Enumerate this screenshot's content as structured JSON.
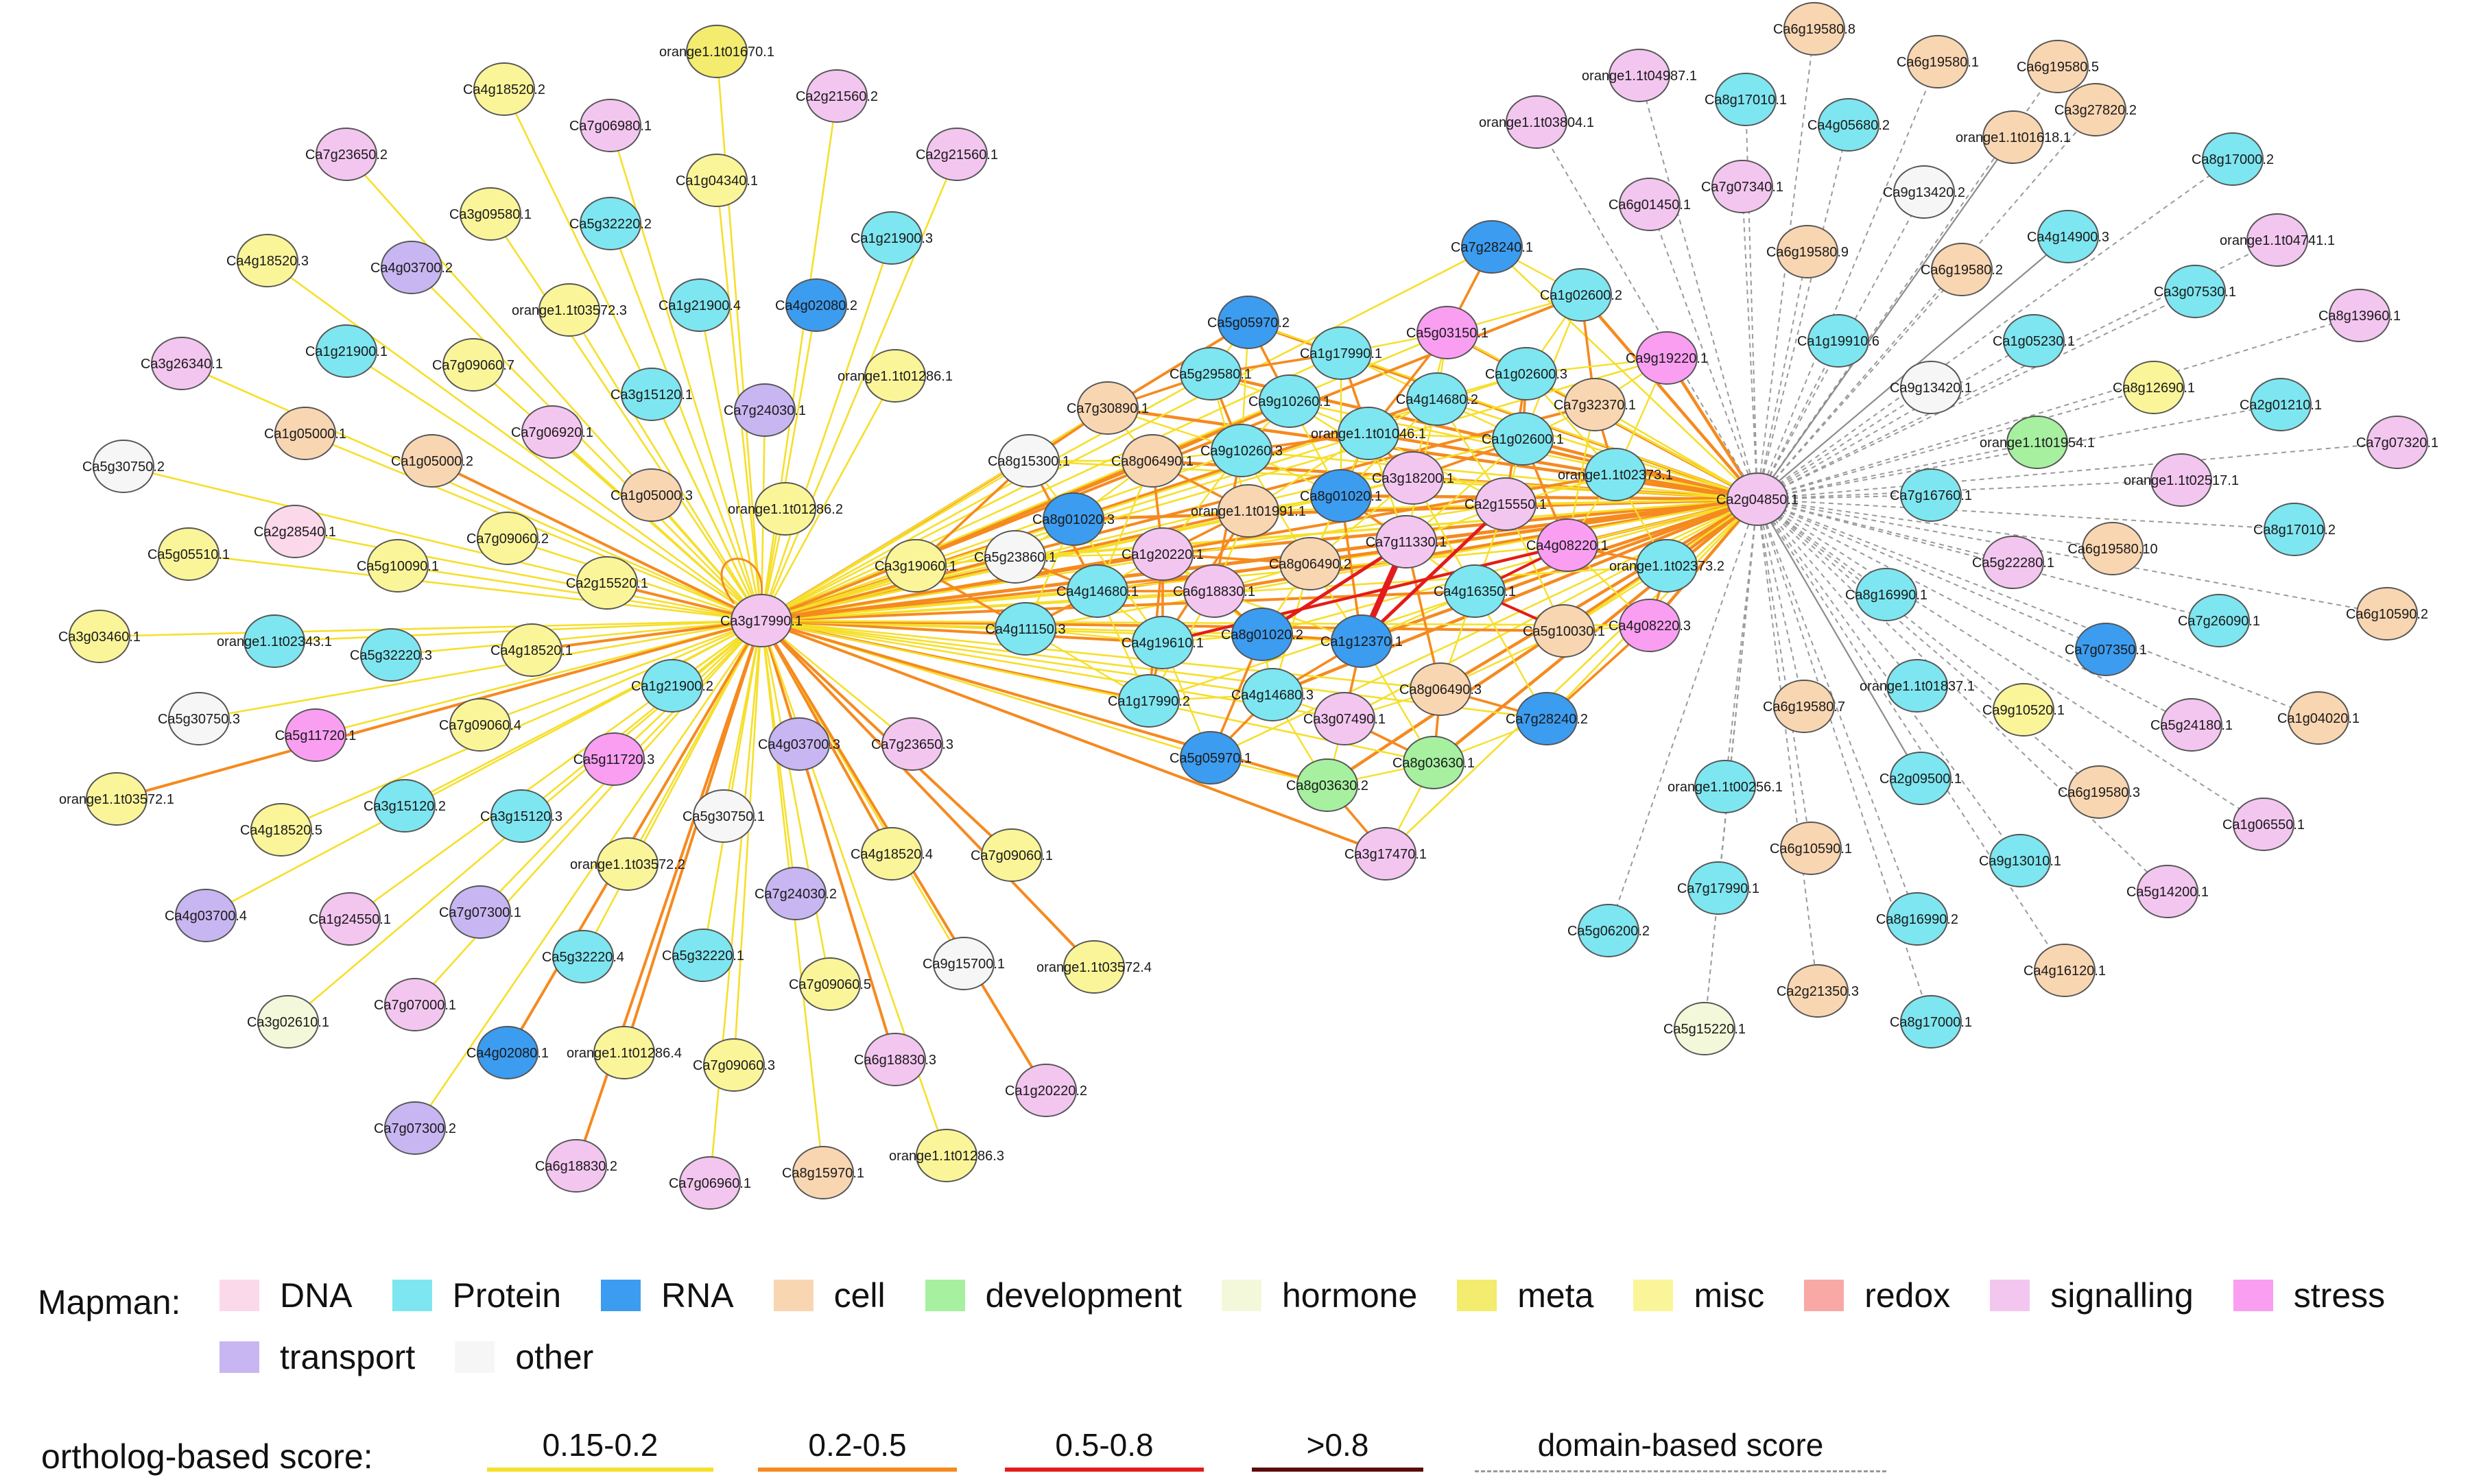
{
  "hubs": [
    {
      "id": "Ca3g17990.1",
      "cat": "signalling"
    },
    {
      "id": "Ca2g04850.1",
      "cat": "signalling"
    }
  ],
  "nodes_left": [
    {
      "id": "orange1.1t01670.1",
      "cat": "meta"
    },
    {
      "id": "Ca4g18520.2",
      "cat": "misc"
    },
    {
      "id": "Ca2g21560.2",
      "cat": "signalling"
    },
    {
      "id": "Ca7g06980.1",
      "cat": "signalling"
    },
    {
      "id": "Ca2g21560.1",
      "cat": "signalling"
    },
    {
      "id": "Ca7g23650.2",
      "cat": "signalling"
    },
    {
      "id": "Ca1g04340.1",
      "cat": "misc"
    },
    {
      "id": "Ca3g09580.1",
      "cat": "misc"
    },
    {
      "id": "Ca5g32220.2",
      "cat": "Protein"
    },
    {
      "id": "Ca1g21900.3",
      "cat": "Protein"
    },
    {
      "id": "Ca4g18520.3",
      "cat": "misc"
    },
    {
      "id": "Ca4g03700.2",
      "cat": "transport"
    },
    {
      "id": "orange1.1t03572.3",
      "cat": "misc"
    },
    {
      "id": "Ca1g21900.4",
      "cat": "Protein"
    },
    {
      "id": "Ca4g02080.2",
      "cat": "RNA"
    },
    {
      "id": "Ca1g21900.1",
      "cat": "Protein"
    },
    {
      "id": "Ca7g09060.7",
      "cat": "misc"
    },
    {
      "id": "Ca3g26340.1",
      "cat": "signalling"
    },
    {
      "id": "Ca3g15120.1",
      "cat": "Protein"
    },
    {
      "id": "Ca7g24030.1",
      "cat": "transport"
    },
    {
      "id": "orange1.1t01286.1",
      "cat": "misc"
    },
    {
      "id": "Ca1g05000.1",
      "cat": "cell"
    },
    {
      "id": "Ca7g06920.1",
      "cat": "signalling"
    },
    {
      "id": "Ca5g30750.2",
      "cat": "other"
    },
    {
      "id": "Ca1g05000.2",
      "cat": "cell"
    },
    {
      "id": "Ca1g05000.3",
      "cat": "cell"
    },
    {
      "id": "orange1.1t01286.2",
      "cat": "misc"
    },
    {
      "id": "Ca2g28540.1",
      "cat": "DNA"
    },
    {
      "id": "Ca7g09060.2",
      "cat": "misc"
    },
    {
      "id": "Ca5g05510.1",
      "cat": "misc"
    },
    {
      "id": "Ca5g10090.1",
      "cat": "misc"
    },
    {
      "id": "Ca2g15520.1",
      "cat": "misc"
    },
    {
      "id": "Ca3g03460.1",
      "cat": "misc"
    },
    {
      "id": "orange1.1t02343.1",
      "cat": "Protein"
    },
    {
      "id": "Ca5g32220.3",
      "cat": "Protein"
    },
    {
      "id": "Ca4g18520.1",
      "cat": "misc"
    },
    {
      "id": "Ca1g21900.2",
      "cat": "Protein"
    },
    {
      "id": "Ca5g30750.3",
      "cat": "other"
    },
    {
      "id": "Ca5g11720.1",
      "cat": "stress"
    },
    {
      "id": "Ca7g09060.4",
      "cat": "misc"
    },
    {
      "id": "Ca5g11720.3",
      "cat": "stress"
    },
    {
      "id": "orange1.1t03572.1",
      "cat": "misc"
    },
    {
      "id": "Ca3g15120.2",
      "cat": "Protein"
    },
    {
      "id": "Ca3g15120.3",
      "cat": "Protein"
    },
    {
      "id": "Ca4g18520.5",
      "cat": "misc"
    },
    {
      "id": "Ca5g30750.1",
      "cat": "other"
    },
    {
      "id": "Ca4g03700.3",
      "cat": "transport"
    },
    {
      "id": "Ca7g23650.3",
      "cat": "signalling"
    },
    {
      "id": "orange1.1t03572.2",
      "cat": "misc"
    },
    {
      "id": "Ca4g03700.4",
      "cat": "transport"
    },
    {
      "id": "Ca1g24550.1",
      "cat": "signalling"
    },
    {
      "id": "Ca7g07300.1",
      "cat": "transport"
    },
    {
      "id": "Ca7g24030.2",
      "cat": "transport"
    },
    {
      "id": "Ca4g18520.4",
      "cat": "misc"
    },
    {
      "id": "Ca7g09060.1",
      "cat": "misc"
    },
    {
      "id": "Ca5g32220.4",
      "cat": "Protein"
    },
    {
      "id": "Ca5g32220.1",
      "cat": "Protein"
    },
    {
      "id": "Ca3g02610.1",
      "cat": "hormone"
    },
    {
      "id": "Ca7g07000.1",
      "cat": "signalling"
    },
    {
      "id": "Ca7g09060.5",
      "cat": "misc"
    },
    {
      "id": "Ca9g15700.1",
      "cat": "other"
    },
    {
      "id": "orange1.1t03572.4",
      "cat": "misc"
    },
    {
      "id": "Ca4g02080.1",
      "cat": "RNA"
    },
    {
      "id": "orange1.1t01286.4",
      "cat": "misc"
    },
    {
      "id": "Ca7g09060.3",
      "cat": "misc"
    },
    {
      "id": "Ca6g18830.3",
      "cat": "signalling"
    },
    {
      "id": "Ca1g20220.2",
      "cat": "signalling"
    },
    {
      "id": "Ca7g07300.2",
      "cat": "transport"
    },
    {
      "id": "Ca6g18830.2",
      "cat": "signalling"
    },
    {
      "id": "Ca7g06960.1",
      "cat": "signalling"
    },
    {
      "id": "Ca8g15970.1",
      "cat": "cell"
    },
    {
      "id": "orange1.1t01286.3",
      "cat": "misc"
    }
  ],
  "nodes_center": [
    {
      "id": "Ca5g05970.2",
      "cat": "RNA"
    },
    {
      "id": "Ca1g17990.1",
      "cat": "Protein"
    },
    {
      "id": "Ca5g29580.1",
      "cat": "Protein"
    },
    {
      "id": "Ca9g10260.1",
      "cat": "Protein"
    },
    {
      "id": "Ca7g30890.1",
      "cat": "cell"
    },
    {
      "id": "Ca8g15300.1",
      "cat": "other"
    },
    {
      "id": "Ca8g06490.1",
      "cat": "cell"
    },
    {
      "id": "Ca9g10260.3",
      "cat": "Protein"
    },
    {
      "id": "Ca8g01020.3",
      "cat": "RNA"
    },
    {
      "id": "orange1.1t01991.1",
      "cat": "cell"
    },
    {
      "id": "Ca8g01020.1",
      "cat": "RNA"
    },
    {
      "id": "Ca5g23860.1",
      "cat": "other"
    },
    {
      "id": "Ca1g20220.1",
      "cat": "signalling"
    },
    {
      "id": "Ca3g19060.1",
      "cat": "misc"
    },
    {
      "id": "Ca6g18830.1",
      "cat": "signalling"
    },
    {
      "id": "Ca8g06490.2",
      "cat": "cell"
    },
    {
      "id": "Ca4g14680.1",
      "cat": "Protein"
    },
    {
      "id": "Ca4g11150.3",
      "cat": "Protein"
    },
    {
      "id": "Ca4g19610.1",
      "cat": "Protein"
    },
    {
      "id": "Ca8g01020.2",
      "cat": "RNA"
    },
    {
      "id": "Ca1g12370.1",
      "cat": "RNA"
    },
    {
      "id": "Ca1g17990.2",
      "cat": "Protein"
    },
    {
      "id": "Ca4g14680.3",
      "cat": "Protein"
    },
    {
      "id": "Ca5g05970.1",
      "cat": "RNA"
    },
    {
      "id": "Ca8g03630.2",
      "cat": "development"
    },
    {
      "id": "Ca3g07490.1",
      "cat": "signalling"
    },
    {
      "id": "Ca8g03630.1",
      "cat": "development"
    },
    {
      "id": "Ca3g17470.1",
      "cat": "signalling"
    },
    {
      "id": "Ca8g06490.3",
      "cat": "cell"
    },
    {
      "id": "Ca7g11330.1",
      "cat": "signalling"
    },
    {
      "id": "Ca4g16350.1",
      "cat": "Protein"
    },
    {
      "id": "Ca3g18200.1",
      "cat": "signalling"
    },
    {
      "id": "orange1.1t01046.1",
      "cat": "Protein"
    },
    {
      "id": "Ca4g14680.2",
      "cat": "Protein"
    },
    {
      "id": "Ca5g03150.1",
      "cat": "stress"
    },
    {
      "id": "Ca7g28240.1",
      "cat": "RNA"
    },
    {
      "id": "Ca1g02600.2",
      "cat": "Protein"
    },
    {
      "id": "Ca1g02600.3",
      "cat": "Protein"
    },
    {
      "id": "Ca1g02600.1",
      "cat": "Protein"
    },
    {
      "id": "Ca7g32370.1",
      "cat": "cell"
    },
    {
      "id": "Ca9g19220.1",
      "cat": "stress"
    },
    {
      "id": "Ca2g15550.1",
      "cat": "signalling"
    },
    {
      "id": "orange1.1t02373.1",
      "cat": "Protein"
    },
    {
      "id": "Ca4g08220.1",
      "cat": "stress"
    },
    {
      "id": "orange1.1t02373.2",
      "cat": "Protein"
    },
    {
      "id": "Ca5g10030.1",
      "cat": "cell"
    },
    {
      "id": "Ca4g08220.3",
      "cat": "stress"
    },
    {
      "id": "Ca7g28240.2",
      "cat": "RNA"
    }
  ],
  "nodes_right": [
    {
      "id": "Ca6g19580.8",
      "cat": "cell"
    },
    {
      "id": "orange1.1t04987.1",
      "cat": "signalling"
    },
    {
      "id": "Ca8g17010.1",
      "cat": "Protein"
    },
    {
      "id": "Ca6g19580.1",
      "cat": "cell"
    },
    {
      "id": "Ca6g19580.5",
      "cat": "cell"
    },
    {
      "id": "orange1.1t03804.1",
      "cat": "signalling"
    },
    {
      "id": "Ca4g05680.2",
      "cat": "Protein"
    },
    {
      "id": "Ca3g27820.2",
      "cat": "cell"
    },
    {
      "id": "orange1.1t01618.1",
      "cat": "cell"
    },
    {
      "id": "Ca7g07340.1",
      "cat": "signalling"
    },
    {
      "id": "Ca9g13420.2",
      "cat": "other"
    },
    {
      "id": "Ca8g17000.2",
      "cat": "Protein"
    },
    {
      "id": "Ca6g01450.1",
      "cat": "signalling"
    },
    {
      "id": "Ca4g14900.3",
      "cat": "Protein"
    },
    {
      "id": "orange1.1t04741.1",
      "cat": "signalling"
    },
    {
      "id": "Ca6g19580.9",
      "cat": "cell"
    },
    {
      "id": "Ca6g19580.2",
      "cat": "cell"
    },
    {
      "id": "Ca3g07530.1",
      "cat": "Protein"
    },
    {
      "id": "Ca1g19910.6",
      "cat": "Protein"
    },
    {
      "id": "Ca1g05230.1",
      "cat": "Protein"
    },
    {
      "id": "Ca8g13960.1",
      "cat": "signalling"
    },
    {
      "id": "Ca9g13420.1",
      "cat": "other"
    },
    {
      "id": "Ca8g12690.1",
      "cat": "misc"
    },
    {
      "id": "Ca2g01210.1",
      "cat": "Protein"
    },
    {
      "id": "orange1.1t01954.1",
      "cat": "development"
    },
    {
      "id": "Ca7g07320.1",
      "cat": "signalling"
    },
    {
      "id": "orange1.1t02517.1",
      "cat": "signalling"
    },
    {
      "id": "Ca7g16760.1",
      "cat": "Protein"
    },
    {
      "id": "Ca8g17010.2",
      "cat": "Protein"
    },
    {
      "id": "Ca5g22280.1",
      "cat": "signalling"
    },
    {
      "id": "Ca6g19580.10",
      "cat": "cell"
    },
    {
      "id": "Ca6g10590.2",
      "cat": "cell"
    },
    {
      "id": "Ca8g16990.1",
      "cat": "Protein"
    },
    {
      "id": "Ca7g26090.1",
      "cat": "Protein"
    },
    {
      "id": "Ca7g07350.1",
      "cat": "RNA"
    },
    {
      "id": "orange1.1t01837.1",
      "cat": "Protein"
    },
    {
      "id": "Ca9g10520.1",
      "cat": "misc"
    },
    {
      "id": "Ca5g24180.1",
      "cat": "signalling"
    },
    {
      "id": "Ca1g04020.1",
      "cat": "cell"
    },
    {
      "id": "Ca6g19580.7",
      "cat": "cell"
    },
    {
      "id": "orange1.1t00256.1",
      "cat": "Protein"
    },
    {
      "id": "Ca2g09500.1",
      "cat": "Protein"
    },
    {
      "id": "Ca6g19580.3",
      "cat": "cell"
    },
    {
      "id": "Ca1g06550.1",
      "cat": "signalling"
    },
    {
      "id": "Ca6g10590.1",
      "cat": "cell"
    },
    {
      "id": "Ca9g13010.1",
      "cat": "Protein"
    },
    {
      "id": "Ca7g17990.1",
      "cat": "Protein"
    },
    {
      "id": "Ca5g14200.1",
      "cat": "signalling"
    },
    {
      "id": "Ca8g16990.2",
      "cat": "Protein"
    },
    {
      "id": "Ca5g06200.2",
      "cat": "Protein"
    },
    {
      "id": "Ca2g21350.3",
      "cat": "cell"
    },
    {
      "id": "Ca4g16120.1",
      "cat": "cell"
    },
    {
      "id": "Ca8g17000.1",
      "cat": "Protein"
    },
    {
      "id": "Ca5g15220.1",
      "cat": "hormone"
    }
  ],
  "colors": {
    "DNA": "#fcd9ea",
    "Protein": "#7ee6f0",
    "RNA": "#3c9cf0",
    "cell": "#f9d6b2",
    "development": "#a6f0a0",
    "hormone": "#f4f8da",
    "meta": "#f3ec6e",
    "misc": "#fbf59a",
    "redox": "#f8a9a6",
    "signalling": "#f3c6f0",
    "stress": "#fa9ef2",
    "transport": "#c8b6f2",
    "other": "#f6f6f6"
  },
  "edge_colors": {
    "s1": "#f6df2a",
    "s2": "#f58a1f",
    "s3": "#e31b1b",
    "s4": "#5a0a0a",
    "dom": "#9a9a9a"
  },
  "legend": {
    "title": "Mapman:",
    "items": [
      {
        "label": "DNA",
        "color": "#fcd9ea"
      },
      {
        "label": "Protein",
        "color": "#7ee6f0"
      },
      {
        "label": "RNA",
        "color": "#3c9cf0"
      },
      {
        "label": "cell",
        "color": "#f9d6b2"
      },
      {
        "label": "development",
        "color": "#a6f0a0"
      },
      {
        "label": "hormone",
        "color": "#f4f8da"
      },
      {
        "label": "meta",
        "color": "#f3ec6e"
      },
      {
        "label": "misc",
        "color": "#fbf59a"
      },
      {
        "label": "redox",
        "color": "#f8a9a6"
      },
      {
        "label": "signalling",
        "color": "#f3c6f0"
      },
      {
        "label": "stress",
        "color": "#fa9ef2"
      },
      {
        "label": "transport",
        "color": "#c8b6f2"
      },
      {
        "label": "other",
        "color": "#f6f6f6"
      }
    ]
  },
  "score_legend": {
    "title": "ortholog-based score:",
    "items": [
      {
        "label": "0.15-0.2",
        "key": "s1"
      },
      {
        "label": "0.2-0.5",
        "key": "s2"
      },
      {
        "label": "0.5-0.8",
        "key": "s3"
      },
      {
        "label": ">0.8",
        "key": "s4"
      },
      {
        "label": "domain-based score",
        "key": "dom"
      }
    ]
  }
}
